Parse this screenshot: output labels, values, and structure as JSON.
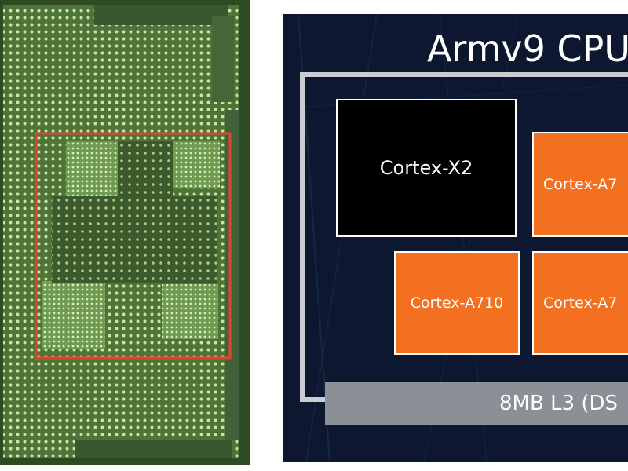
{
  "diagram": {
    "title": "Armv9 CPU",
    "big_core": {
      "label": "Cortex-X2"
    },
    "little_cores": [
      {
        "label": "Cortex-A7"
      },
      {
        "label": "Cortex-A710"
      },
      {
        "label": "Cortex-A7"
      }
    ],
    "cache": {
      "label": "8MB L3 (DS"
    }
  },
  "colors": {
    "die_green": "#6f9a52",
    "highlight_red": "#e4432b",
    "diagram_bg": "#0d1830",
    "big_core_fill": "#000000",
    "little_core_fill": "#f37021",
    "cache_fill": "#8b8f96",
    "frame": "#c9ccd1"
  }
}
